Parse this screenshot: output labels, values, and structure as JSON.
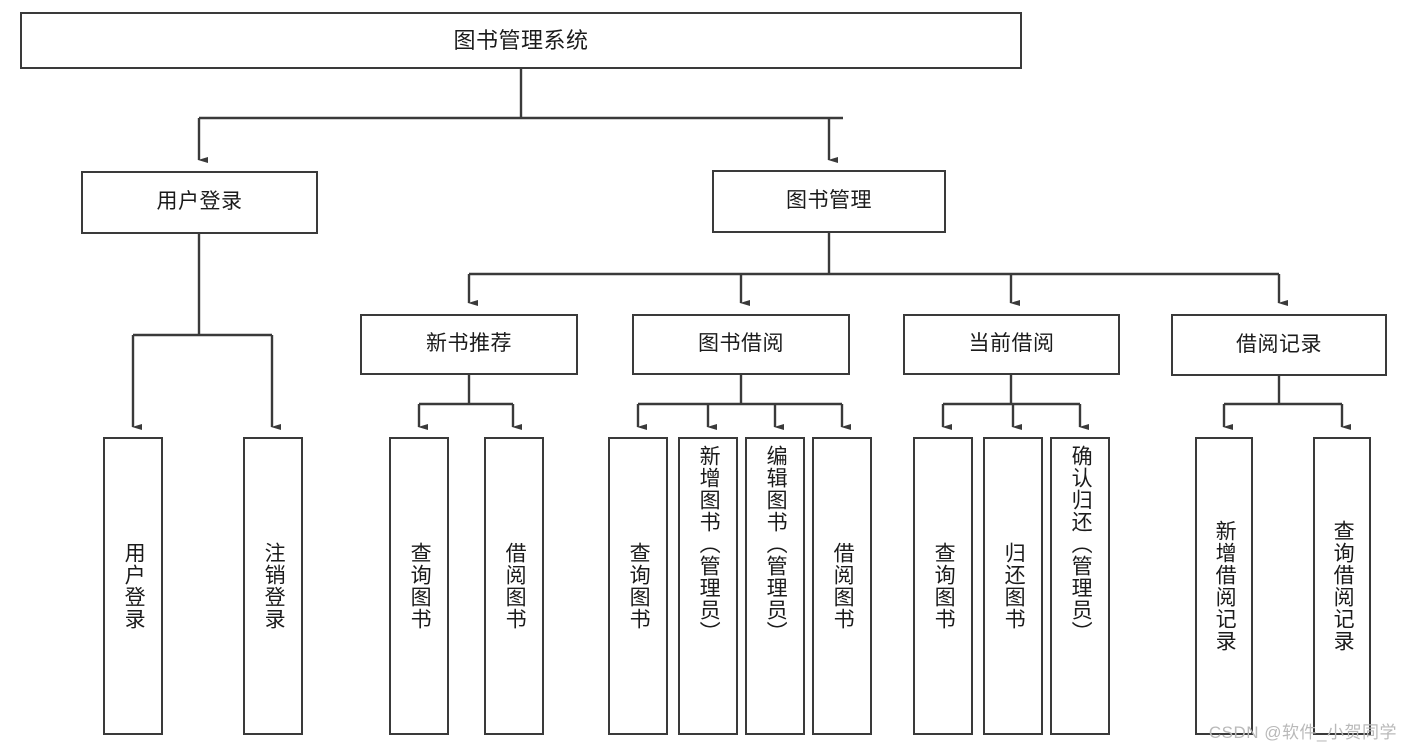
{
  "diagram": {
    "title": "图书管理系统",
    "type": "功能结构图",
    "colors": {
      "box_border": "#3a3a3a",
      "box_fill": "#ffffff",
      "connector": "#3a3a3a",
      "text": "#1b1b1b",
      "watermark": "#b9b9b9",
      "background": "#ffffff"
    },
    "root": {
      "label": "图书管理系统"
    },
    "level2": [
      {
        "label": "用户登录"
      },
      {
        "label": "图书管理"
      }
    ],
    "level3": [
      {
        "label": "新书推荐"
      },
      {
        "label": "图书借阅"
      },
      {
        "label": "当前借阅"
      },
      {
        "label": "借阅记录"
      }
    ],
    "leaves": {
      "user_login": [
        {
          "label": "用户登录"
        },
        {
          "label": "注销登录"
        }
      ],
      "new_book_recommend": [
        {
          "label": "查询图书"
        },
        {
          "label": "借阅图书"
        }
      ],
      "book_borrow": [
        {
          "label": "查询图书"
        },
        {
          "label": "新增图书（管理员）"
        },
        {
          "label": "编辑图书（管理员）"
        },
        {
          "label": "借阅图书"
        }
      ],
      "current_borrow": [
        {
          "label": "查询图书"
        },
        {
          "label": "归还图书"
        },
        {
          "label": "确认归还（管理员）"
        }
      ],
      "borrow_record": [
        {
          "label": "新增借阅记录"
        },
        {
          "label": "查询借阅记录"
        }
      ]
    },
    "watermark": "CSDN @软件_小贺同学"
  }
}
